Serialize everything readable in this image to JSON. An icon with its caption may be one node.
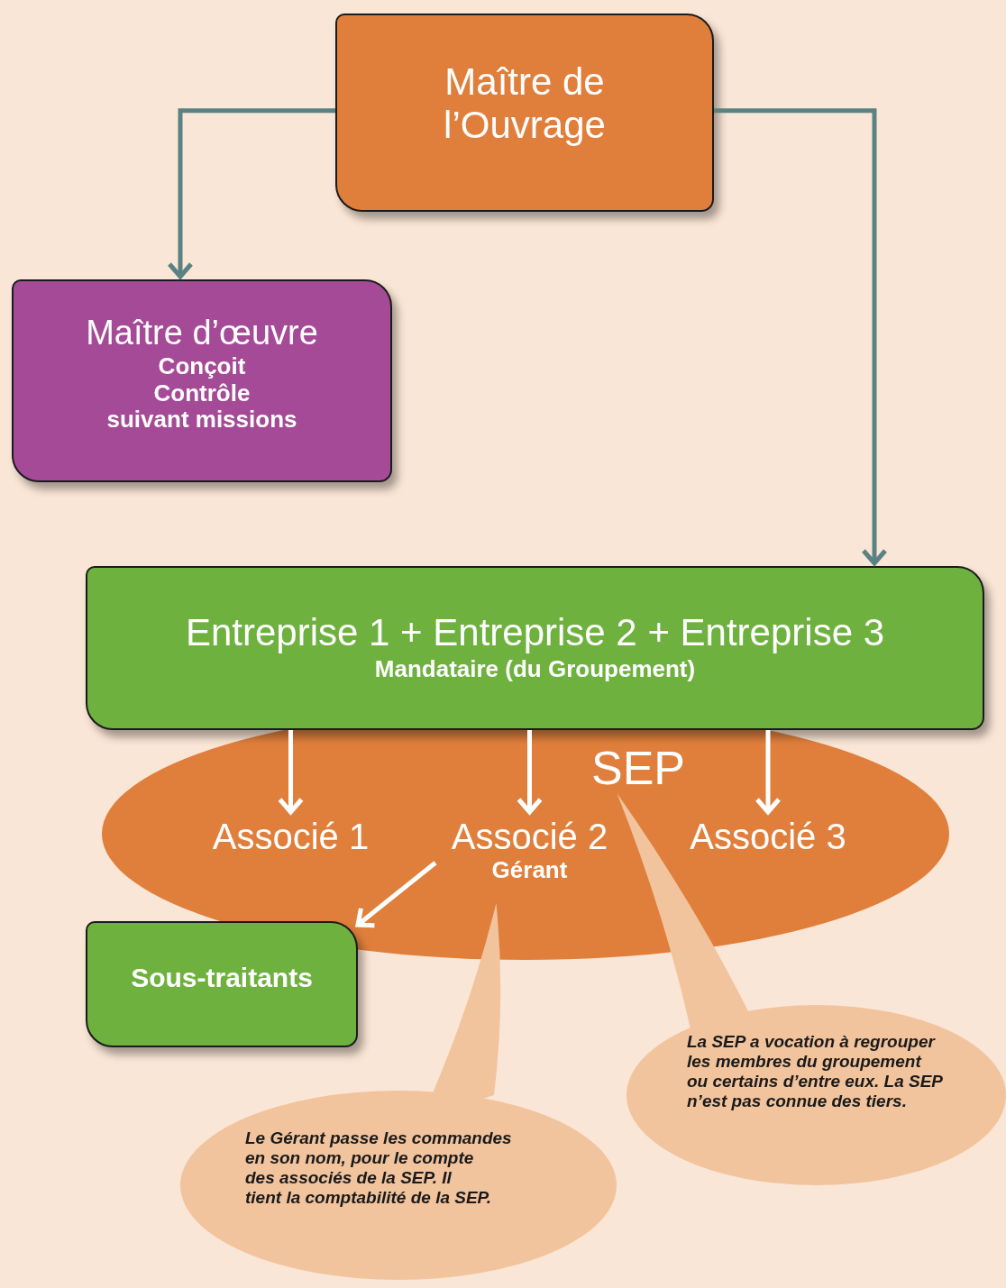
{
  "diagram": {
    "nodes": [
      {
        "text": [
          "Maître de l’Ouvrage"
        ]
      },
      {
        "text": [
          "Maître d’œuvre",
          "Conçoit",
          "Contrôle",
          "suivant missions"
        ]
      },
      {
        "text": [
          "Entreprise 1 + Entreprise 2 + Entreprise 3",
          "Mandataire (du Groupement)"
        ]
      },
      {
        "text": [
          "SEP"
        ]
      },
      {
        "text": [
          "Associé 1"
        ],
        "in": 3
      },
      {
        "text": [
          "Associé 2",
          "Gérant"
        ],
        "in": 3
      },
      {
        "text": [
          "Associé 3"
        ],
        "in": 3
      },
      {
        "text": [
          "Sous-traitants"
        ]
      },
      {
        "text": [
          "Le Gérant passe les commandes en son nom, pour le compte des associés de la SEP. Il tient la comptabilité de la SEP."
        ]
      },
      {
        "text": [
          "La SEP a vocation à regrouper les membres du groupement ou certains d’entre eux. La SEP n’est pas connue des tiers."
        ]
      }
    ],
    "edges": [
      {
        "from": 0,
        "to": 1,
        "arrow": "to",
        "color": "#5a8282"
      },
      {
        "from": 0,
        "to": 2,
        "arrow": "to",
        "color": "#5a8282"
      },
      {
        "from": 2,
        "to": 4,
        "arrow": "to"
      },
      {
        "from": 2,
        "to": 5,
        "arrow": "to"
      },
      {
        "from": 2,
        "to": 6,
        "arrow": "to"
      },
      {
        "from": 5,
        "to": 7,
        "arrow": "to"
      },
      {
        "from": 8,
        "to": 5,
        "arrow": "none",
        "color": "#f2c49e",
        "style": "thick"
      },
      {
        "from": 9,
        "to": 3,
        "arrow": "none",
        "color": "#f2c49e",
        "style": "thick"
      }
    ]
  }
}
